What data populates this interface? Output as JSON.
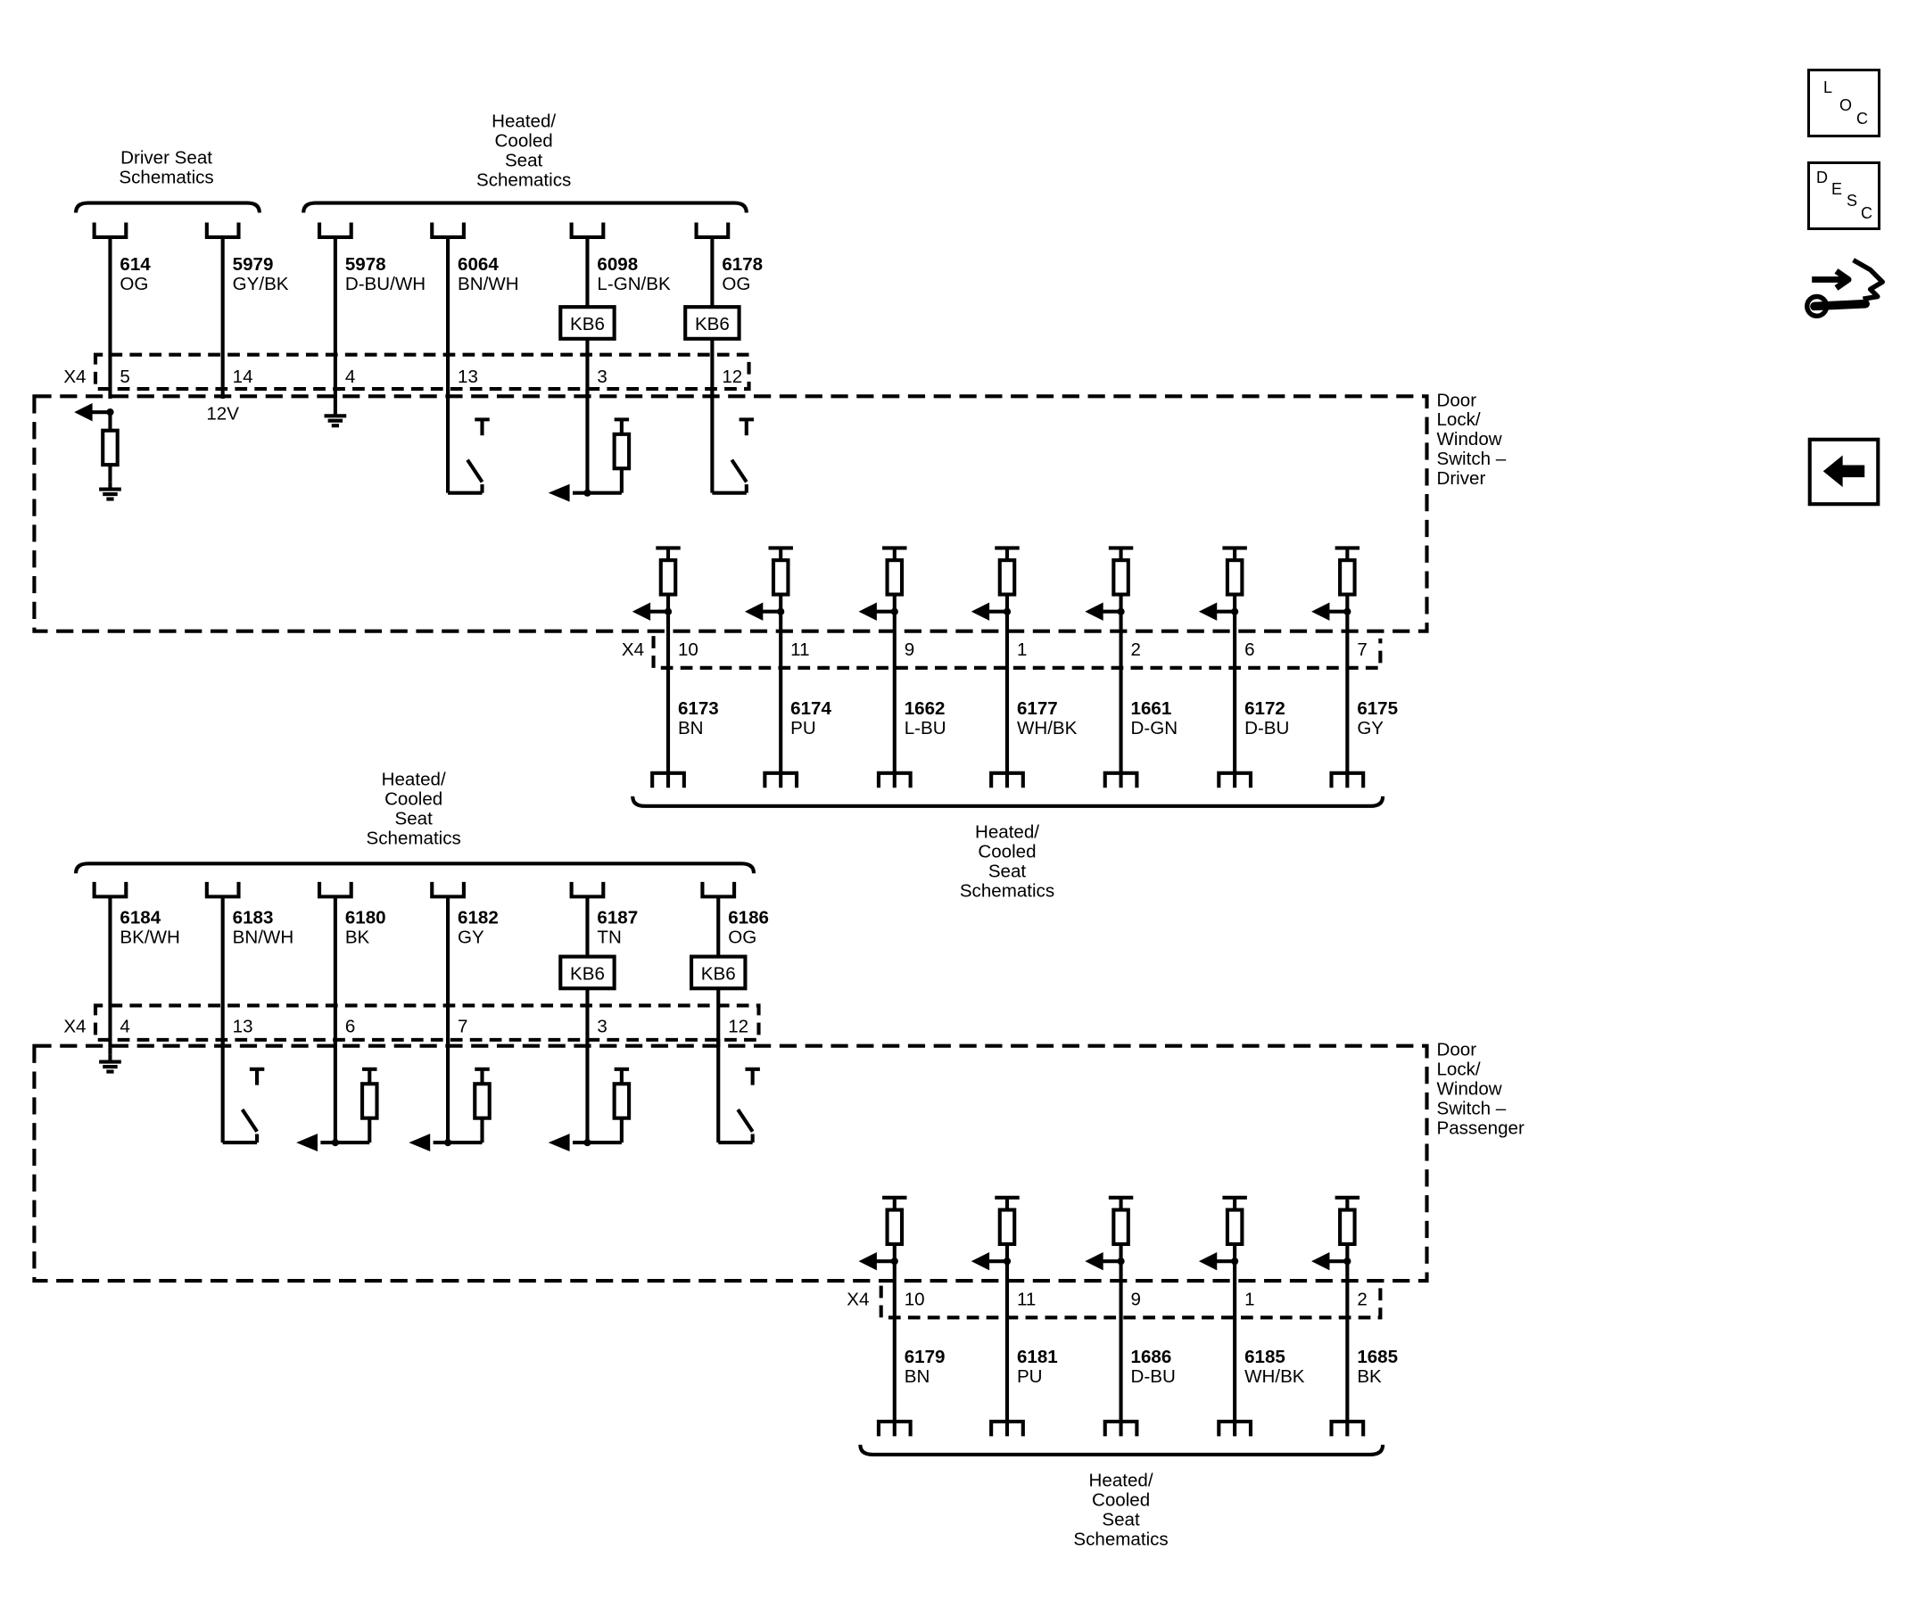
{
  "driver": {
    "connector": "X4",
    "component": [
      "Door",
      "Lock/",
      "Window",
      "Switch –",
      "Driver"
    ],
    "voltage": "12V",
    "top_groups": [
      {
        "lines": [
          "Driver Seat",
          "Schematics"
        ]
      },
      {
        "lines": [
          "Heated/",
          "Cooled",
          "Seat",
          "Schematics"
        ]
      }
    ],
    "top_circuits": [
      {
        "num": "614",
        "color": "OG",
        "pin": "5"
      },
      {
        "num": "5979",
        "color": "GY/BK",
        "pin": "14"
      },
      {
        "num": "5978",
        "color": "D-BU/WH",
        "pin": "4"
      },
      {
        "num": "6064",
        "color": "BN/WH",
        "pin": "13"
      },
      {
        "num": "6098",
        "color": "L-GN/BK",
        "pin": "3",
        "option": "KB6"
      },
      {
        "num": "6178",
        "color": "OG",
        "pin": "12",
        "option": "KB6"
      }
    ],
    "bottom_circuits": [
      {
        "num": "6173",
        "color": "BN",
        "pin": "10"
      },
      {
        "num": "6174",
        "color": "PU",
        "pin": "11"
      },
      {
        "num": "1662",
        "color": "L-BU",
        "pin": "9"
      },
      {
        "num": "6177",
        "color": "WH/BK",
        "pin": "1"
      },
      {
        "num": "1661",
        "color": "D-GN",
        "pin": "2"
      },
      {
        "num": "6172",
        "color": "D-BU",
        "pin": "6"
      },
      {
        "num": "6175",
        "color": "GY",
        "pin": "7"
      }
    ],
    "bottom_group": {
      "lines": [
        "Heated/",
        "Cooled",
        "Seat",
        "Schematics"
      ]
    }
  },
  "passenger": {
    "connector": "X4",
    "component": [
      "Door",
      "Lock/",
      "Window",
      "Switch –",
      "Passenger"
    ],
    "top_group": {
      "lines": [
        "Heated/",
        "Cooled",
        "Seat",
        "Schematics"
      ]
    },
    "top_circuits": [
      {
        "num": "6184",
        "color": "BK/WH",
        "pin": "4"
      },
      {
        "num": "6183",
        "color": "BN/WH",
        "pin": "13"
      },
      {
        "num": "6180",
        "color": "BK",
        "pin": "6"
      },
      {
        "num": "6182",
        "color": "GY",
        "pin": "7"
      },
      {
        "num": "6187",
        "color": "TN",
        "pin": "3",
        "option": "KB6"
      },
      {
        "num": "6186",
        "color": "OG",
        "pin": "12",
        "option": "KB6"
      }
    ],
    "bottom_circuits": [
      {
        "num": "6179",
        "color": "BN",
        "pin": "10"
      },
      {
        "num": "6181",
        "color": "PU",
        "pin": "11"
      },
      {
        "num": "1686",
        "color": "D-BU",
        "pin": "9"
      },
      {
        "num": "6185",
        "color": "WH/BK",
        "pin": "1"
      },
      {
        "num": "1685",
        "color": "BK",
        "pin": "2"
      }
    ],
    "bottom_group": {
      "lines": [
        "Heated/",
        "Cooled",
        "Seat",
        "Schematics"
      ]
    }
  },
  "nav": {
    "loc": [
      "L",
      "O",
      "C"
    ],
    "desc": [
      "D",
      "E",
      "S",
      "C"
    ]
  }
}
